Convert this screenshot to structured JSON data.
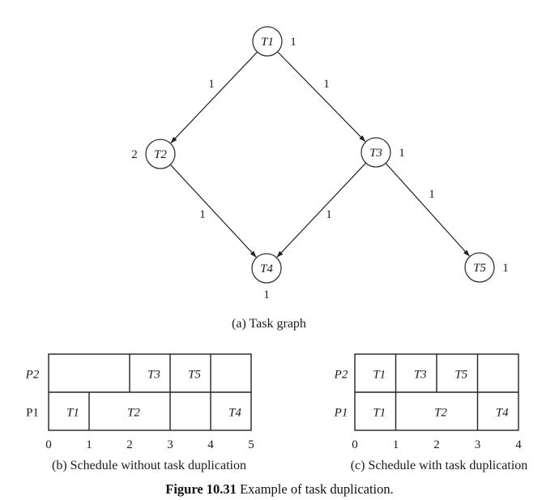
{
  "task_graph": {
    "caption": "(a) Task graph",
    "nodes": [
      {
        "id": "T1",
        "label": "T1",
        "weight": "1",
        "weight_side": "right"
      },
      {
        "id": "T2",
        "label": "T2",
        "weight": "2",
        "weight_side": "left"
      },
      {
        "id": "T3",
        "label": "T3",
        "weight": "1",
        "weight_side": "right"
      },
      {
        "id": "T4",
        "label": "T4",
        "weight": "1",
        "weight_side": "below"
      },
      {
        "id": "T5",
        "label": "T5",
        "weight": "1",
        "weight_side": "right"
      }
    ],
    "edges": [
      {
        "from": "T1",
        "to": "T2",
        "weight": "1"
      },
      {
        "from": "T1",
        "to": "T3",
        "weight": "1"
      },
      {
        "from": "T2",
        "to": "T4",
        "weight": "1"
      },
      {
        "from": "T3",
        "to": "T4",
        "weight": "1"
      },
      {
        "from": "T3",
        "to": "T5",
        "weight": "1"
      }
    ]
  },
  "schedules": [
    {
      "caption": "(b) Schedule without task duplication",
      "processors": [
        "P2",
        "P1"
      ],
      "time_ticks": [
        "0",
        "1",
        "2",
        "3",
        "4",
        "5"
      ],
      "makespan": 5,
      "rows": {
        "P2": [
          {
            "start": 0,
            "end": 2,
            "task": ""
          },
          {
            "start": 2,
            "end": 3,
            "task": "T3"
          },
          {
            "start": 3,
            "end": 4,
            "task": "T5"
          },
          {
            "start": 4,
            "end": 5,
            "task": ""
          }
        ],
        "P1": [
          {
            "start": 0,
            "end": 1,
            "task": "T1"
          },
          {
            "start": 1,
            "end": 3,
            "task": "T2"
          },
          {
            "start": 3,
            "end": 4,
            "task": ""
          },
          {
            "start": 4,
            "end": 5,
            "task": "T4"
          }
        ]
      }
    },
    {
      "caption": "(c) Schedule with task duplication",
      "processors": [
        "P2",
        "P1"
      ],
      "time_ticks": [
        "0",
        "1",
        "2",
        "3",
        "4"
      ],
      "makespan": 4,
      "rows": {
        "P2": [
          {
            "start": 0,
            "end": 1,
            "task": "T1"
          },
          {
            "start": 1,
            "end": 2,
            "task": "T3"
          },
          {
            "start": 2,
            "end": 3,
            "task": "T5"
          },
          {
            "start": 3,
            "end": 4,
            "task": ""
          }
        ],
        "P1": [
          {
            "start": 0,
            "end": 1,
            "task": "T1"
          },
          {
            "start": 1,
            "end": 3,
            "task": "T2"
          },
          {
            "start": 3,
            "end": 4,
            "task": "T4"
          }
        ]
      }
    }
  ],
  "figure": {
    "number": "Figure 10.31",
    "title": "Example of task duplication."
  }
}
